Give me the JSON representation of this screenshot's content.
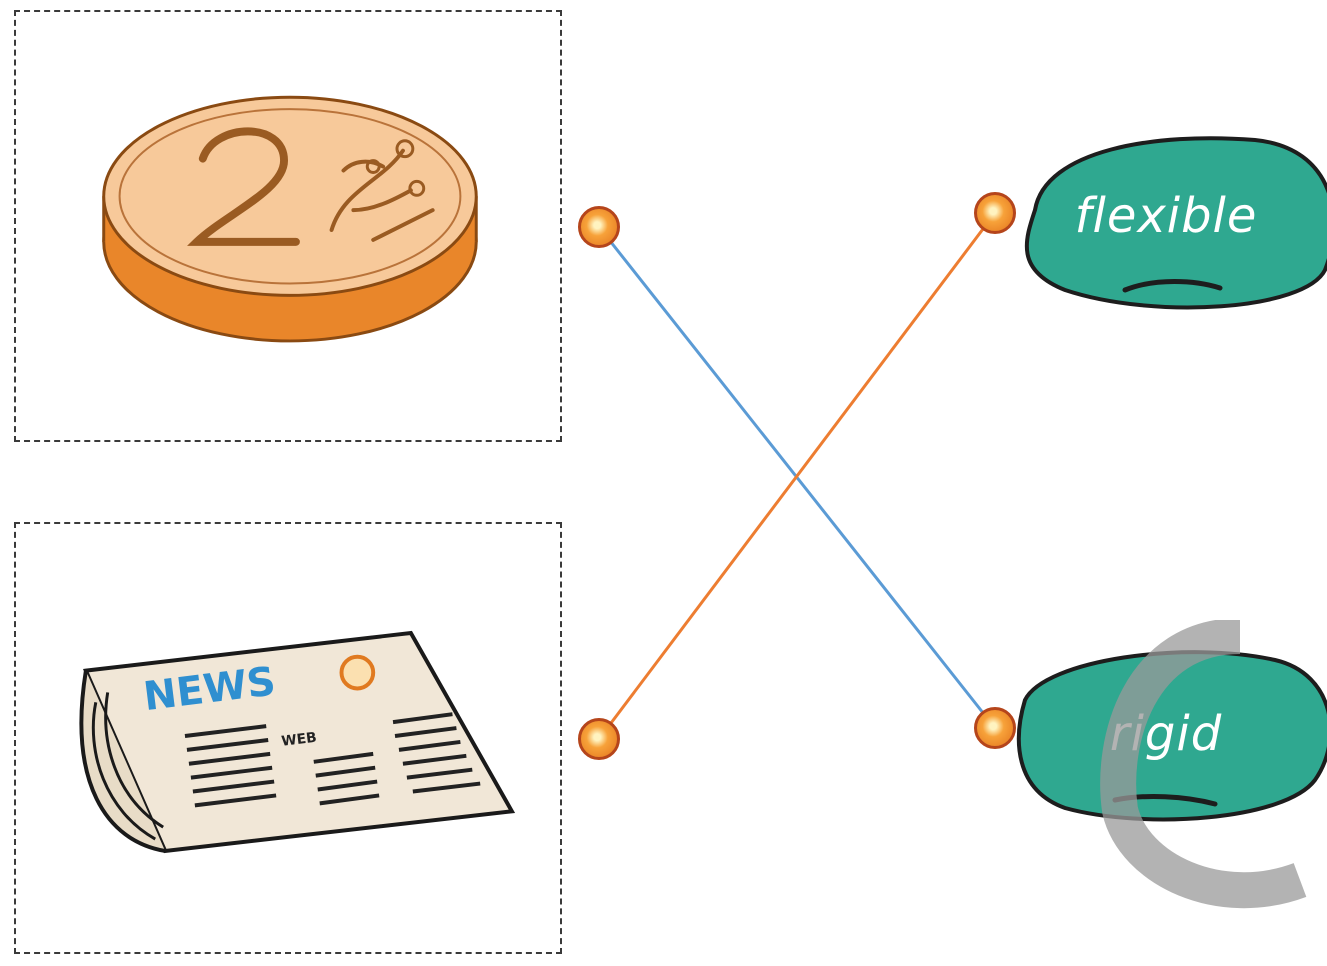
{
  "items": [
    {
      "name": "coin",
      "icon": "coin-2-image"
    },
    {
      "name": "newspaper",
      "icon": "newspaper-image",
      "text": [
        "NEWS",
        "WEB"
      ]
    }
  ],
  "options": [
    {
      "label": "flexible"
    },
    {
      "label": "rigid"
    }
  ],
  "connections": [
    {
      "from": "coin",
      "to": "rigid",
      "color": "#5b9bd5"
    },
    {
      "from": "newspaper",
      "to": "flexible",
      "color": "#ed7d31"
    }
  ],
  "colors": {
    "blob": "#2fa890",
    "dot": "#f29a33",
    "dot_border": "#b5451b",
    "coin": "#f3b06a"
  }
}
